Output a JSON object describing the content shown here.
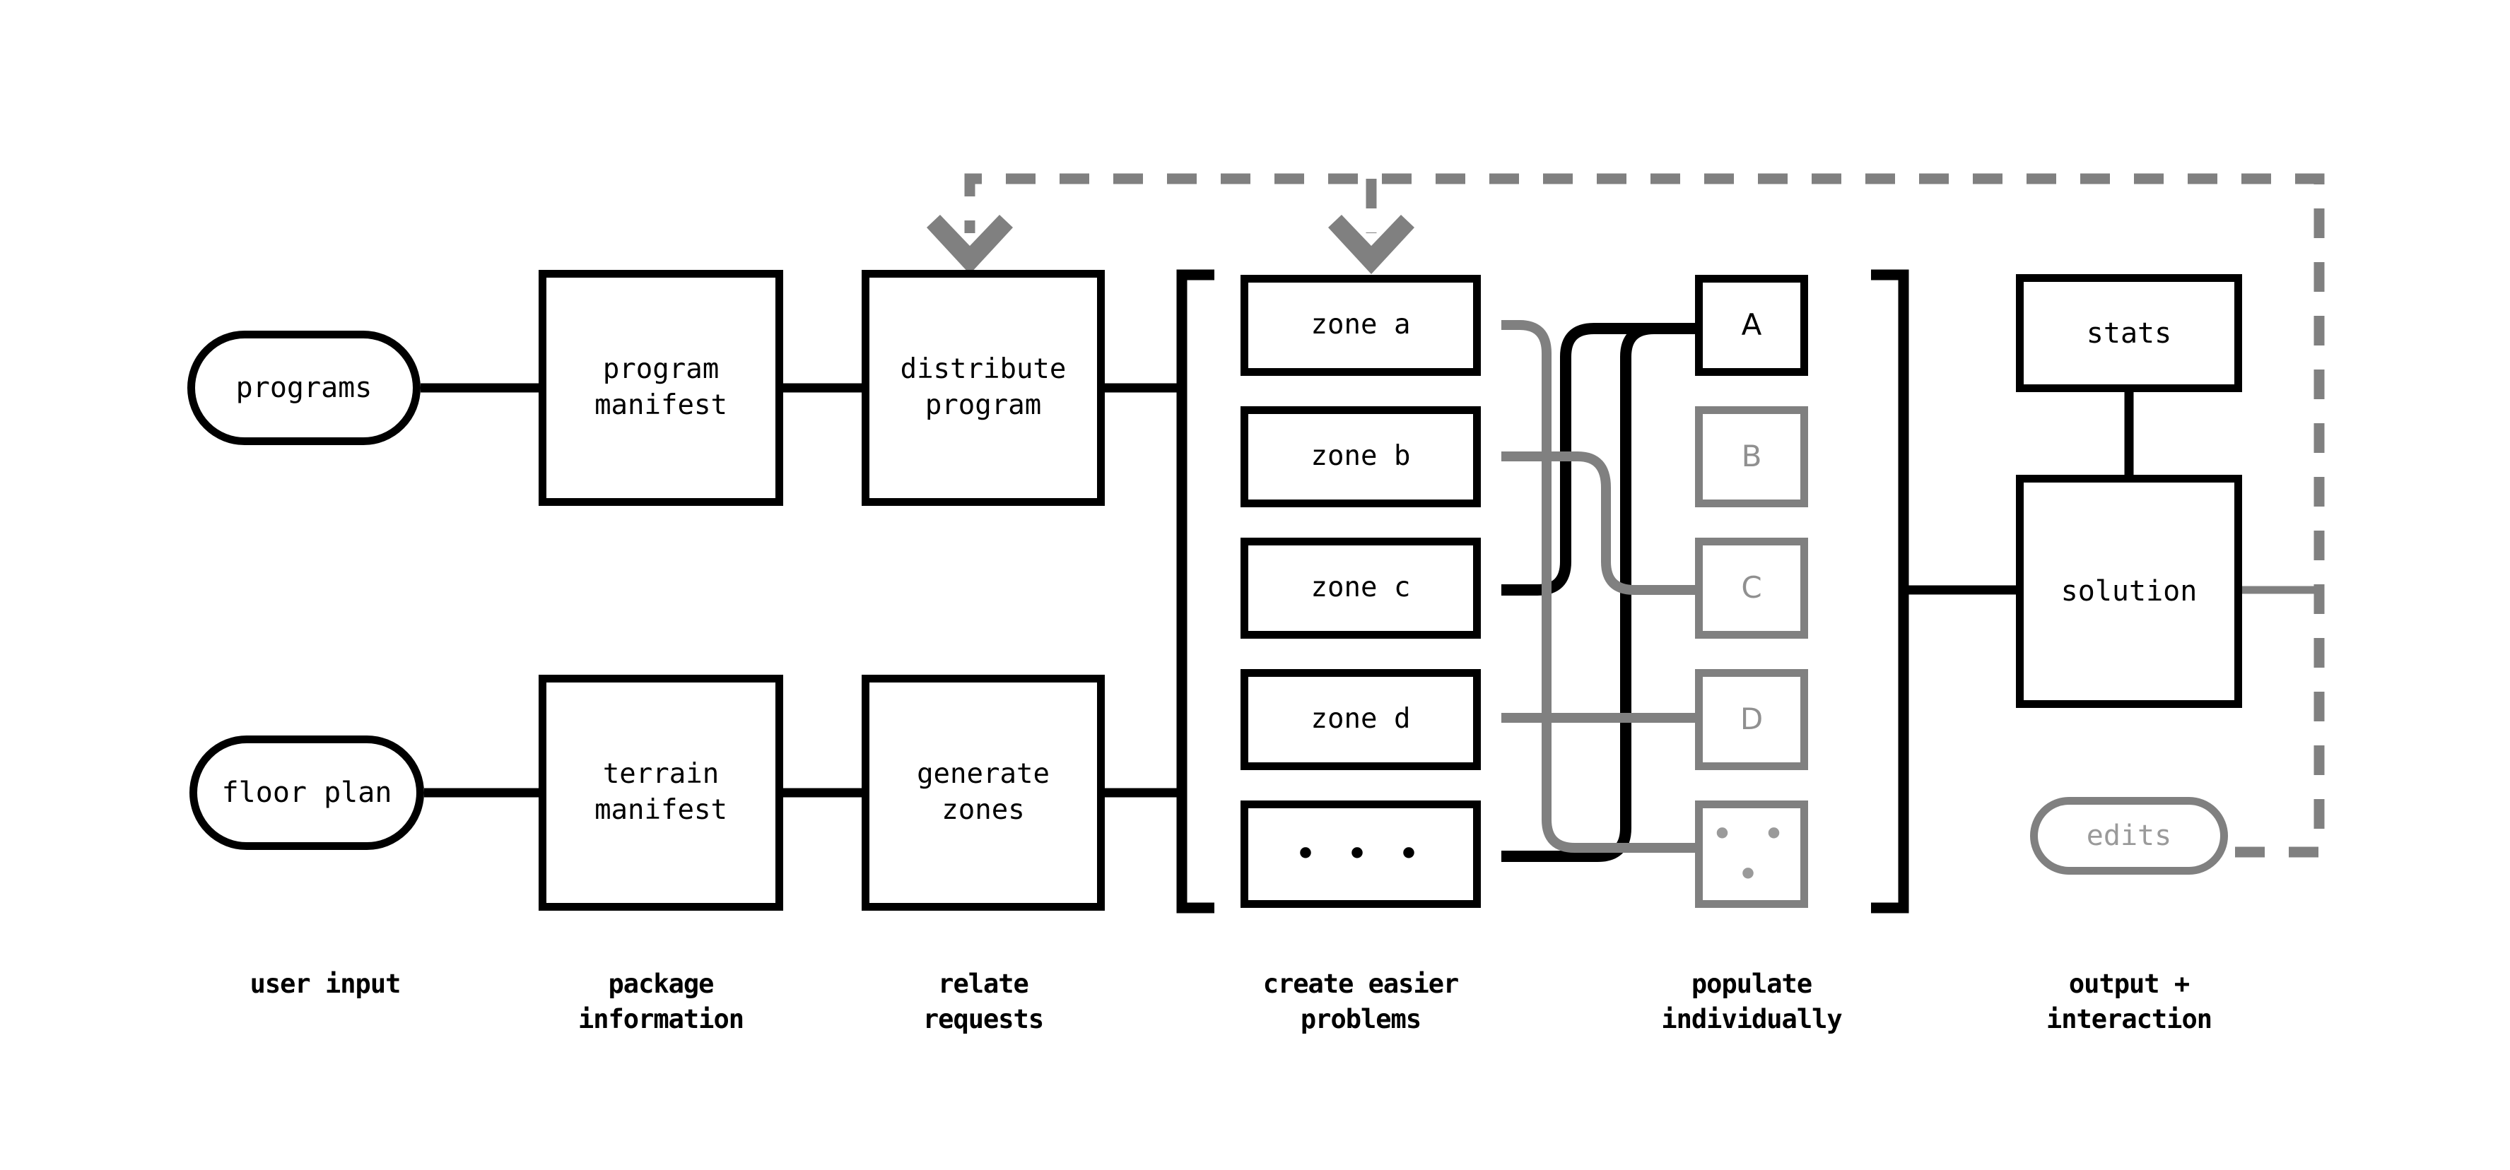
{
  "diagram": {
    "title": "pipeline flow diagram",
    "colors": {
      "black": "#000000",
      "gray": "#808080",
      "gray_text": "#9a9a9a",
      "background": "#ffffff"
    },
    "stages": [
      {
        "id": "user-input",
        "label_line1": "user input",
        "label_line2": ""
      },
      {
        "id": "package-information",
        "label_line1": "package",
        "label_line2": "information"
      },
      {
        "id": "relate-requests",
        "label_line1": "relate",
        "label_line2": "requests"
      },
      {
        "id": "create-easier-problems",
        "label_line1": "create easier",
        "label_line2": "problems"
      },
      {
        "id": "populate-individually",
        "label_line1": "populate",
        "label_line2": "individually"
      },
      {
        "id": "output-interaction",
        "label_line1": "output +",
        "label_line2": "interaction"
      }
    ],
    "nodes": {
      "programs": {
        "label": "programs",
        "shape": "pill",
        "state": "active"
      },
      "floor_plan": {
        "label": "floor plan",
        "shape": "pill",
        "state": "active"
      },
      "program_manifest": {
        "label_line1": "program",
        "label_line2": "manifest",
        "shape": "box",
        "state": "active"
      },
      "terrain_manifest": {
        "label_line1": "terrain",
        "label_line2": "manifest",
        "shape": "box",
        "state": "active"
      },
      "distribute_program": {
        "label_line1": "distribute",
        "label_line2": "program",
        "shape": "box",
        "state": "active"
      },
      "generate_zones": {
        "label_line1": "generate",
        "label_line2": "zones",
        "shape": "box",
        "state": "active"
      },
      "stats": {
        "label": "stats",
        "shape": "box",
        "state": "active"
      },
      "solution": {
        "label": "solution",
        "shape": "box",
        "state": "active"
      },
      "edits": {
        "label": "edits",
        "shape": "pill",
        "state": "inactive"
      }
    },
    "zones": [
      {
        "label": "zone a",
        "state": "active"
      },
      {
        "label": "zone b",
        "state": "active"
      },
      {
        "label": "zone c",
        "state": "active"
      },
      {
        "label": "zone d",
        "state": "active"
      },
      {
        "label": "• • •",
        "state": "active",
        "is_ellipsis": true
      }
    ],
    "populations": [
      {
        "label": "A",
        "state": "active"
      },
      {
        "label": "B",
        "state": "inactive"
      },
      {
        "label": "C",
        "state": "inactive"
      },
      {
        "label": "D",
        "state": "inactive"
      },
      {
        "label": "• • •",
        "state": "inactive",
        "is_ellipsis": true
      }
    ],
    "feedback_loop": {
      "style": "dashed",
      "color": "#808080",
      "targets": [
        "distribute program",
        "zone a"
      ],
      "source": "edits"
    }
  }
}
